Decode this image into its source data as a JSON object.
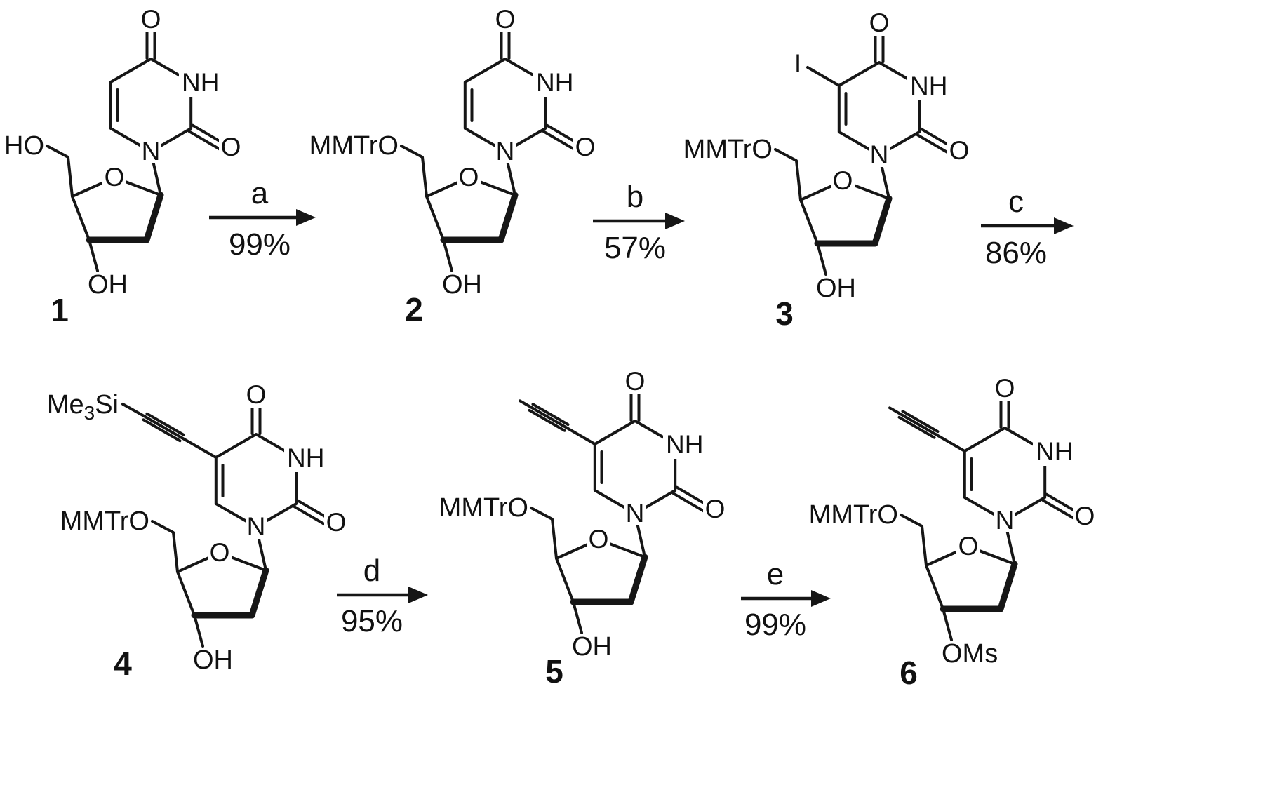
{
  "atoms": {
    "oxygen": "O",
    "nh": "NH",
    "n": "N"
  },
  "compounds": [
    {
      "number": "1",
      "five_prime": "HO",
      "three_prime": "OH"
    },
    {
      "number": "2",
      "five_prime": "MMTrO",
      "three_prime": "OH"
    },
    {
      "number": "3",
      "five_prime": "MMTrO",
      "three_prime": "OH",
      "c5_label": "I"
    },
    {
      "number": "4",
      "five_prime": "MMTrO",
      "three_prime": "OH",
      "tms_main": "Me",
      "tms_sub": "3",
      "tms_si": "Si"
    },
    {
      "number": "5",
      "five_prime": "MMTrO",
      "three_prime": "OH"
    },
    {
      "number": "6",
      "five_prime": "MMTrO",
      "three_prime": "OMs"
    }
  ],
  "steps": [
    {
      "letter": "a",
      "yield": "99%"
    },
    {
      "letter": "b",
      "yield": "57%"
    },
    {
      "letter": "c",
      "yield": "86%"
    },
    {
      "letter": "d",
      "yield": "95%"
    },
    {
      "letter": "e",
      "yield": "99%"
    }
  ]
}
